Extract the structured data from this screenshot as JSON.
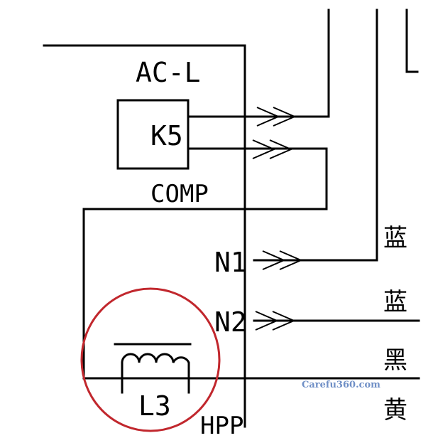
{
  "labels": {
    "acl": "AC-L",
    "k5": "K5",
    "comp": "COMP",
    "n1": "N1",
    "n2": "N2",
    "l3": "L3",
    "cut": "HPP"
  },
  "wire_colors": {
    "c1": "蓝",
    "c2": "蓝",
    "c3": "黑",
    "c4": "黄"
  },
  "watermark": "Carefu360.com",
  "colors": {
    "line": "#000000",
    "highlight_circle": "#c1272d",
    "watermark": "#6f8fc6"
  }
}
